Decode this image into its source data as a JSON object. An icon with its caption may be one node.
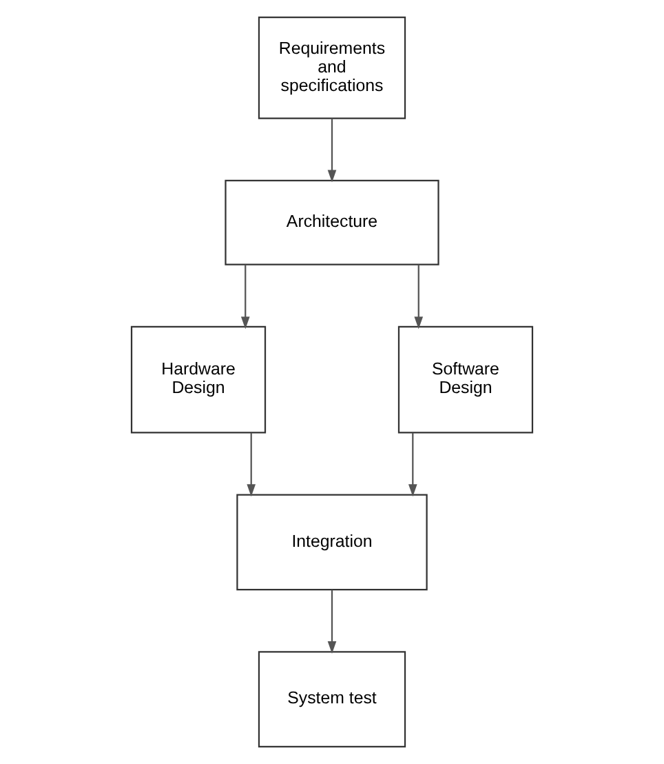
{
  "diagram": {
    "nodes": [
      {
        "text": [
          "Requirements and specifications"
        ]
      },
      {
        "text": [
          "Architecture"
        ]
      },
      {
        "text": [
          "Hardware Design"
        ]
      },
      {
        "text": [
          "Software Design"
        ]
      },
      {
        "text": [
          "Integration"
        ]
      },
      {
        "text": [
          "System test"
        ]
      }
    ],
    "edges": [
      {
        "from": 0,
        "to": 1,
        "arrow": "to"
      },
      {
        "from": 1,
        "to": 2,
        "arrow": "to"
      },
      {
        "from": 1,
        "to": 3,
        "arrow": "to"
      },
      {
        "from": 2,
        "to": 4,
        "arrow": "to"
      },
      {
        "from": 3,
        "to": 4,
        "arrow": "to"
      },
      {
        "from": 4,
        "to": 5,
        "arrow": "to"
      }
    ]
  }
}
